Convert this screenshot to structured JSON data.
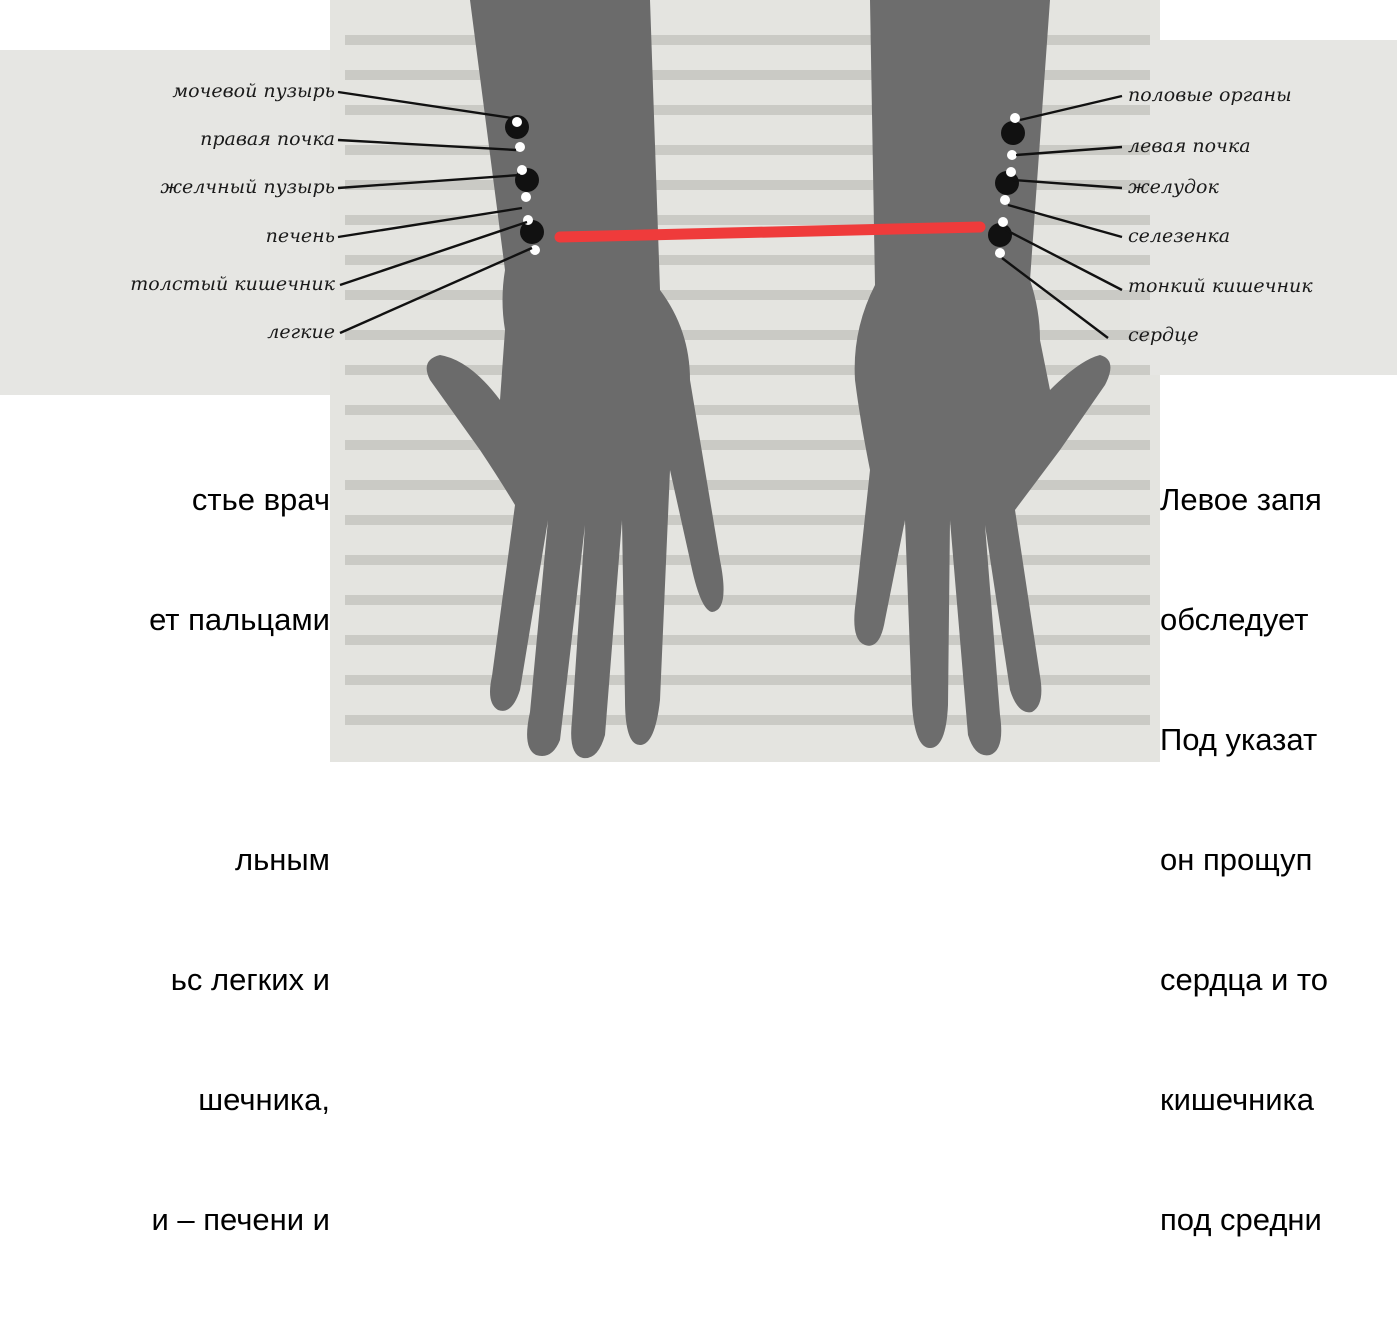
{
  "labels_left": [
    "мочевой пузырь",
    "правая почка",
    "желчный пузырь",
    "печень",
    "толстый кишечник",
    "легкие"
  ],
  "labels_right": [
    "половые органы",
    "левая почка",
    "желудок",
    "селезенка",
    "тонкий кишечник",
    "сердце"
  ],
  "left_text": [
    "стье врач",
    "ет пальцами",
    "",
    "льным",
    "ьс легких и",
    "шечника,",
    "и – печени и"
  ],
  "right_text": [
    "Левое запя",
    "обследует",
    "Под указат",
    "он прощуп",
    "сердца и то",
    "кишечника",
    "под средни"
  ],
  "colors": {
    "link_line": "#ef3b3b",
    "skin": "#6c6c6c",
    "book_page": "#e2e2df"
  }
}
